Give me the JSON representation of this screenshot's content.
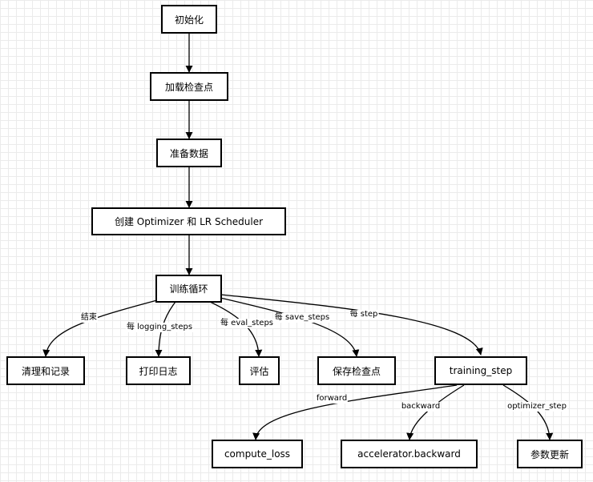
{
  "nodes": {
    "init": "初始化",
    "load_checkpoint": "加载检查点",
    "prepare_data": "准备数据",
    "create_optimizer": "创建 Optimizer 和 LR Scheduler",
    "train_loop": "训练循环",
    "cleanup": "清理和记录",
    "print_log": "打印日志",
    "evaluate": "评估",
    "save_checkpoint": "保存检查点",
    "training_step": "training_step",
    "compute_loss": "compute_loss",
    "accelerator_backward": "accelerator.backward",
    "update_params": "参数更新"
  },
  "edges": {
    "end": "结束",
    "every_logging_steps": "每 logging_steps",
    "every_eval_steps": "每 eval_steps",
    "every_save_steps": "每 save_steps",
    "every_step": "每 step",
    "forward": "forward",
    "backward": "backward",
    "optimizer_step": "optimizer_step"
  },
  "colors": {
    "stroke": "#000000",
    "node_fill": "#ffffff",
    "grid": "#ebebeb"
  }
}
